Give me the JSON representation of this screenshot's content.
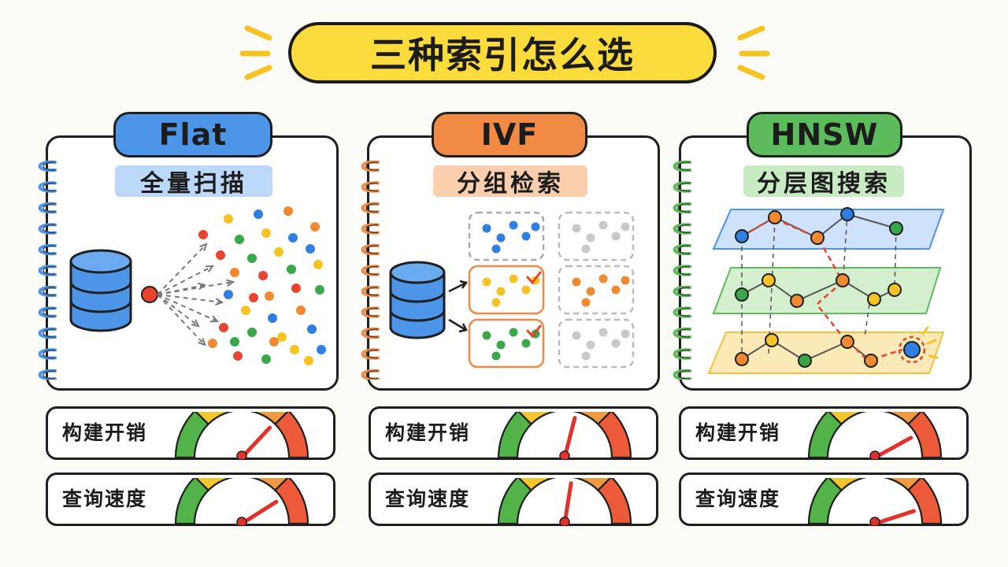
{
  "title": "三种索引怎么选",
  "metric_labels": {
    "build_cost": "构建开销",
    "query_speed": "查询速度"
  },
  "indexes": [
    {
      "name": "Flat",
      "subtitle": "全量扫描",
      "color": "#4c95e8",
      "highlight": "#bcd8fa",
      "gauges": {
        "build_cost": 0.74,
        "query_speed": 0.82
      }
    },
    {
      "name": "IVF",
      "subtitle": "分组检索",
      "color": "#f08a45",
      "highlight": "#fbcfae",
      "gauges": {
        "build_cost": 0.58,
        "query_speed": 0.55
      }
    },
    {
      "name": "HNSW",
      "subtitle": "分层图搜索",
      "color": "#5cbc5c",
      "highlight": "#c9ebc4",
      "gauges": {
        "build_cost": 0.84,
        "query_speed": 0.9
      }
    }
  ],
  "colors": {
    "blue": "#2f7fe0",
    "orange": "#f08a32",
    "yellow": "#f6c324",
    "green": "#3aa84a",
    "red": "#e8442f",
    "gray": "#c9c9c9",
    "title_bg": "#fbdc3c"
  }
}
